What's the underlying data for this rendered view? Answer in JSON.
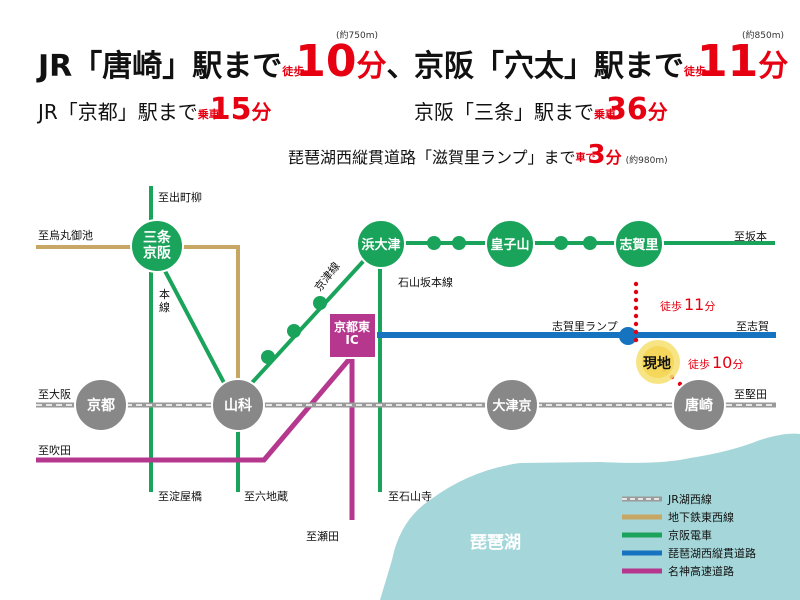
{
  "header": {
    "line1": {
      "a_prefix": "JR「唐崎」駅まで",
      "a_mode": "徒歩",
      "a_num": "10",
      "a_unit": "分",
      "a_sep": "、",
      "a_dist": "(約750m)",
      "b_prefix": "京阪「穴太」駅まで",
      "b_mode": "徒歩",
      "b_num": "11",
      "b_unit": "分",
      "b_dist": "(約850m)"
    },
    "line2": {
      "a_prefix": "JR「京都」駅まで",
      "a_mode": "乗車",
      "a_num": "15",
      "a_unit": "分",
      "b_prefix": "京阪「三条」駅まで",
      "b_mode": "乗車",
      "b_num": "36",
      "b_unit": "分"
    },
    "line3": {
      "prefix": "琵琶湖西縦貫道路「滋賀里ランプ」まで",
      "mode": "車で",
      "num": "3",
      "unit": "分",
      "dist": "(約980m)"
    }
  },
  "map": {
    "stations": {
      "sanjo": "三条\n京阪",
      "hamaotsu": "浜大津",
      "oujiyama": "皇子山",
      "shigasato": "志賀里",
      "kyoto": "京都",
      "yamashina": "山科",
      "otsukyo": "大津京",
      "karasaki": "唐崎",
      "kyotohigashi_ic": "京都東\nIC"
    },
    "labels": {
      "to_demachiyanagi": "至出町柳",
      "to_karasuma_oike": "至烏丸御池",
      "hon_sen": "本\n線",
      "keishin_sen": "京津線",
      "ishiyama_sakamoto_sen": "石山坂本線",
      "to_sakamoto": "至坂本",
      "shigasato_ramp": "志賀里ランプ",
      "to_shiga": "至志賀",
      "to_osaka": "至大阪",
      "to_katata": "至堅田",
      "to_suita": "至吹田",
      "to_yodoyabashi": "至淀屋橋",
      "to_rokujizo": "至六地蔵",
      "to_ishiyamadera": "至石山寺",
      "to_seta": "至瀬田",
      "lake": "琵琶湖",
      "walk11": "徒歩",
      "walk11_num": "11",
      "walk11_unit": "分",
      "walk10": "徒歩",
      "walk10_num": "10",
      "walk10_unit": "分",
      "current": "現地"
    },
    "legend": [
      {
        "label": "JR湖西線",
        "color": "#9a9a9a",
        "style": "dashed"
      },
      {
        "label": "地下鉄東西線",
        "color": "#c8a765",
        "style": "solid"
      },
      {
        "label": "京阪電車",
        "color": "#1aa35a",
        "style": "solid"
      },
      {
        "label": "琵琶湖西縦貫道路",
        "color": "#1673bf",
        "style": "solid"
      },
      {
        "label": "名神高速道路",
        "color": "#b5388e",
        "style": "solid"
      }
    ],
    "colors": {
      "jr": "#9a9a9a",
      "subway": "#c8a765",
      "keihan": "#1aa35a",
      "road_blue": "#1673bf",
      "meishin": "#b5388e",
      "lake": "#a5d6d9",
      "walk_dots": "#e60012",
      "current_glow": "#f6df6f"
    }
  }
}
